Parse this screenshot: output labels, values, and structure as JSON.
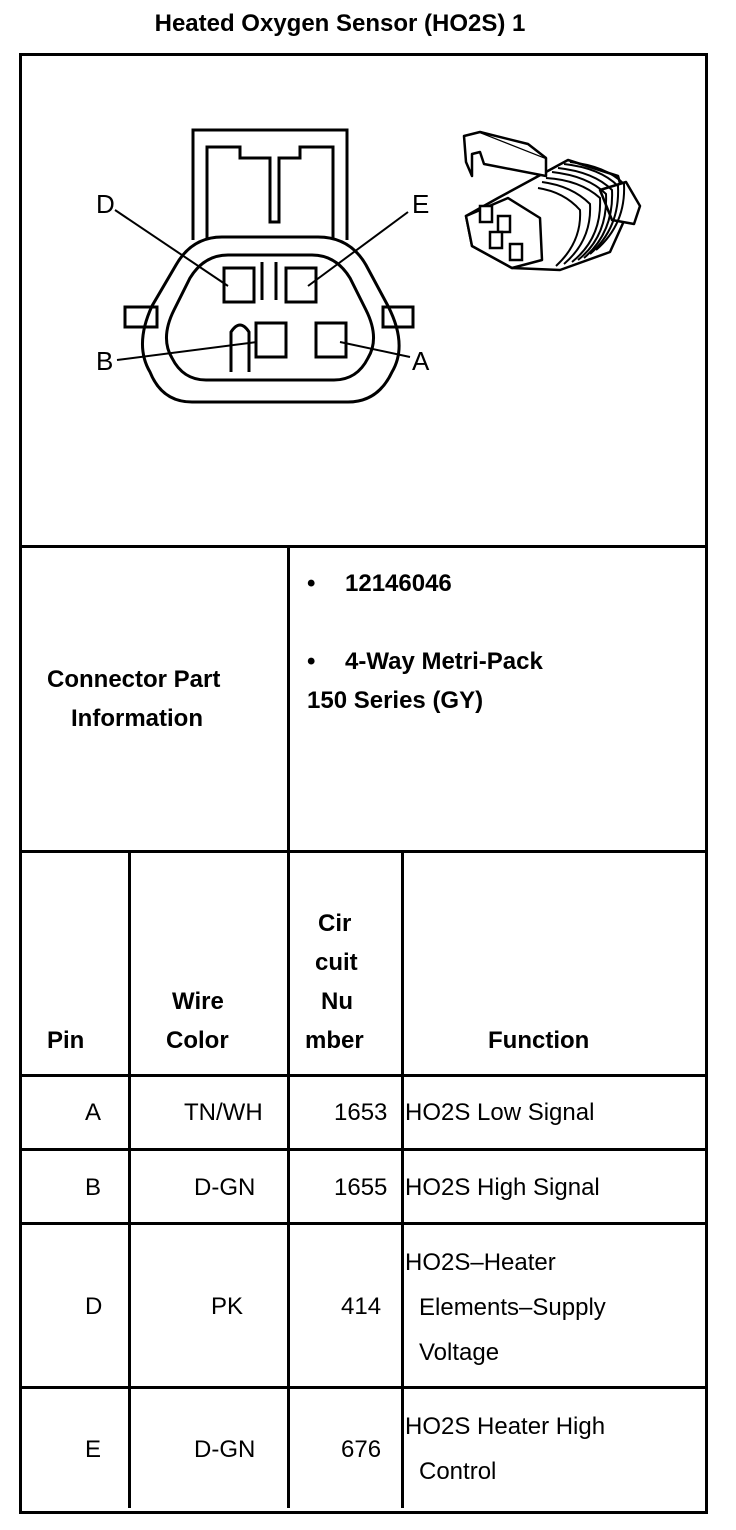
{
  "title": "Heated Oxygen Sensor (HO2S) 1",
  "diagram": {
    "pin_labels": [
      "D",
      "E",
      "B",
      "A"
    ]
  },
  "connector": {
    "label_line1": "Connector Part",
    "label_line2": "Information",
    "bullet": "•",
    "part_number": "12146046",
    "description_line1": "4-Way Metri-Pack",
    "description_line2": "150 Series (GY)"
  },
  "table": {
    "headers": {
      "pin": "Pin",
      "wire_color_1": "Wire",
      "wire_color_2": "Color",
      "circuit_1": "Cir",
      "circuit_2": "cuit",
      "circuit_3": "Nu",
      "circuit_4": "mber",
      "function": "Function"
    },
    "rows": [
      {
        "pin": "A",
        "color": "TN/WH",
        "circuit": "1653",
        "function": [
          "HO2S Low Signal"
        ]
      },
      {
        "pin": "B",
        "color": "D-GN",
        "circuit": "1655",
        "function": [
          "HO2S High Signal"
        ]
      },
      {
        "pin": "D",
        "color": "PK",
        "circuit": "414",
        "function": [
          "HO2S–Heater",
          "Elements–Supply",
          "Voltage"
        ]
      },
      {
        "pin": "E",
        "color": "D-GN",
        "circuit": "676",
        "function": [
          "HO2S Heater High",
          "Control"
        ]
      }
    ]
  }
}
